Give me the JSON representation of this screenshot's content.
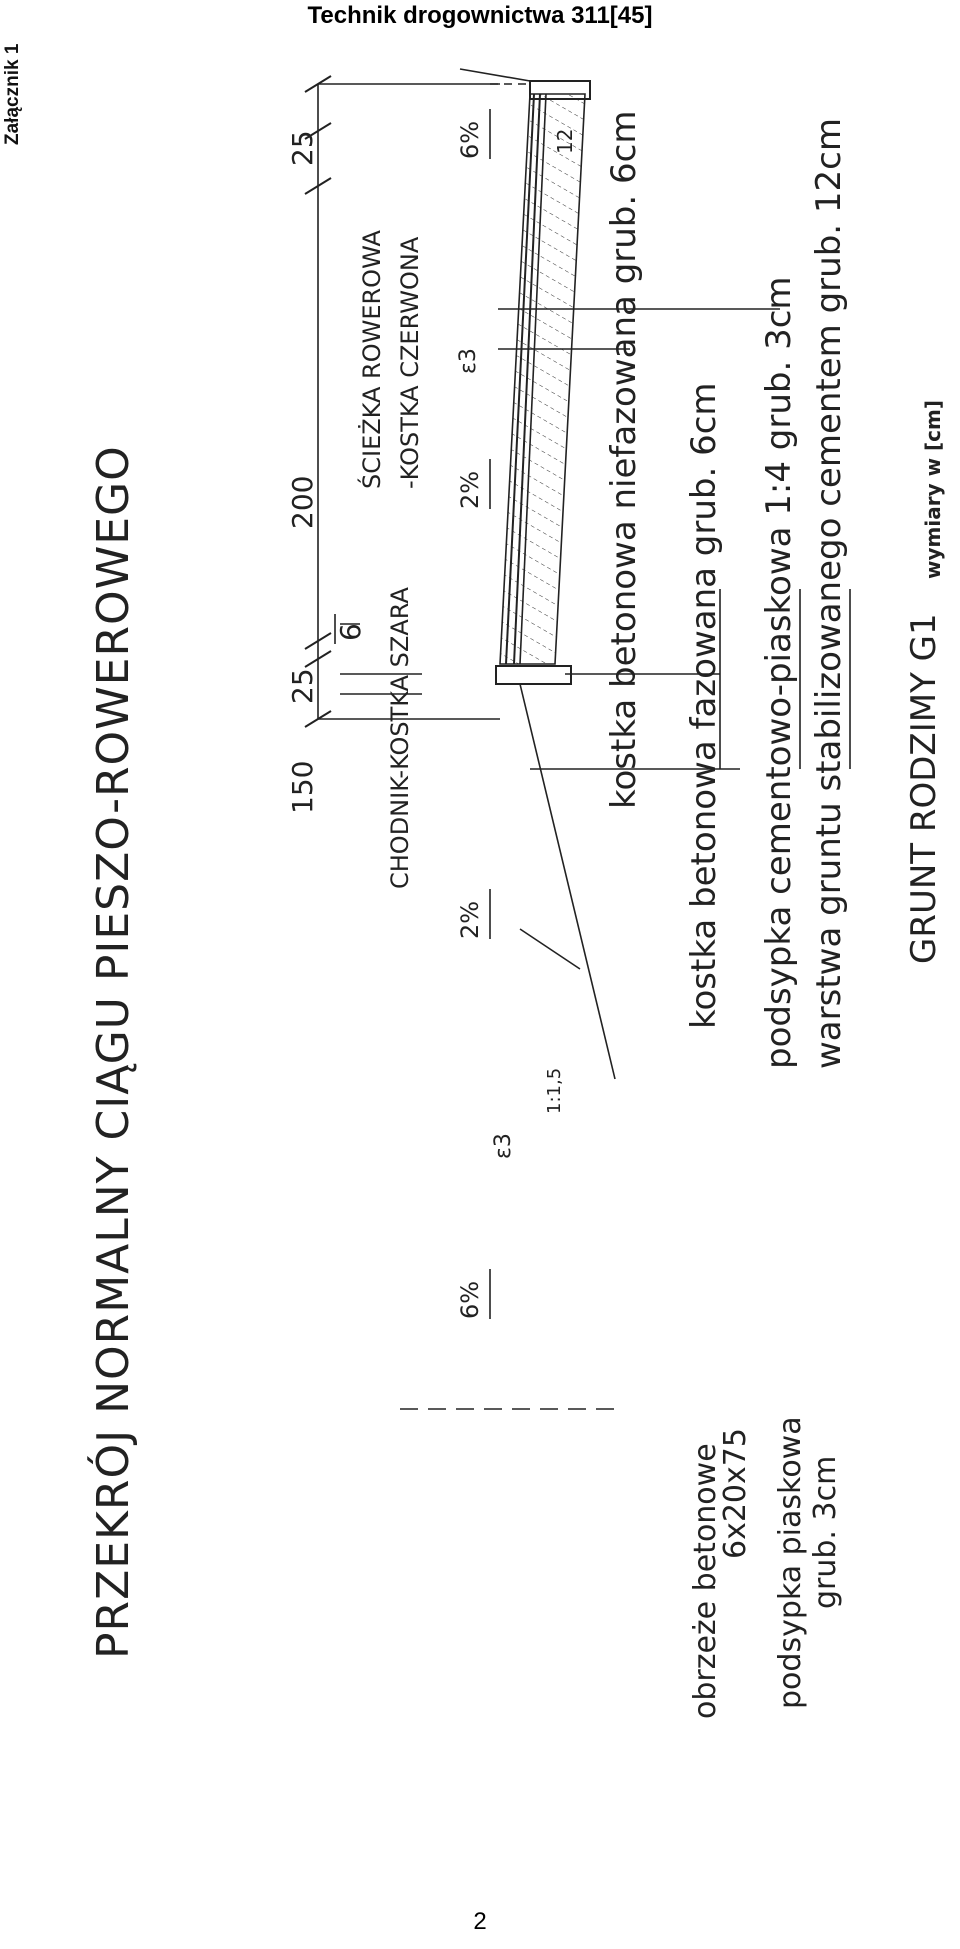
{
  "header": "Technik drogownictwa 311[45]",
  "attachment_label": "Załącznik 1",
  "page_number": "2",
  "drawing": {
    "title": "PRZEKRÓJ NORMALNY CIĄGU PIESZO-ROWEROWEGO",
    "dimensions": {
      "left_edge": "25",
      "curb": "6",
      "sidewalk": "150",
      "bike_path": "200",
      "right_edge": "25",
      "curb_height": "12"
    },
    "slopes": {
      "left_shoulder": "6%",
      "sidewalk": "2%",
      "bike_path": "2%",
      "right_shoulder": "6%",
      "embankment": "1:1,5"
    },
    "zone_labels": {
      "sidewalk": "CHODNIK-KOSTKA SZARA",
      "bike_line1": "ŚCIEŻKA ROWEROWA",
      "bike_line2": "-KOSTKA CZERWONA"
    },
    "callouts": {
      "curb_line1": "obrzeże betonowe",
      "curb_line2": "6x20x75",
      "curb_line3": "podsypka piaskowa",
      "curb_line4": "grub. 3cm",
      "bike_paving": "kostka betonowa niefazowana grub. 6cm",
      "sidewalk_paving": "kostka betonowa fazowana grub. 6cm",
      "bedding": "podsypka cementowo-piaskowa 1:4 grub. 3cm",
      "base": "warstwa gruntu stabilizowanego cementem grub. 12cm",
      "subgrade": "GRUNT RODZIMY G1",
      "units": "wymiary w [cm]"
    }
  }
}
